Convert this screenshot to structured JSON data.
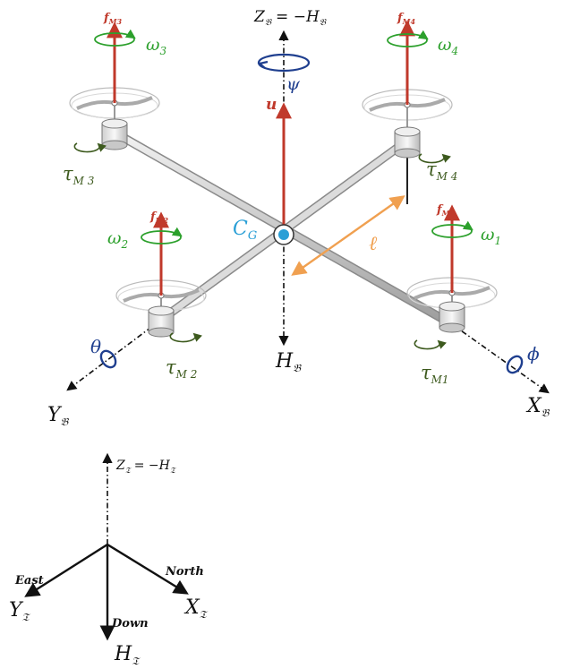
{
  "body": {
    "axis_z": "Z",
    "axis_z_sub": "𝔅",
    "axis_z_eq": "= −H",
    "axis_z_eq_sub": "𝔅",
    "psi": "ψ",
    "u": "u",
    "cg": "C",
    "cg_sub": "G",
    "ell": "ℓ",
    "axis_h": "H",
    "axis_h_sub": "𝔅",
    "axis_y": "Y",
    "axis_y_sub": "𝔅",
    "axis_x": "X",
    "axis_x_sub": "𝔅",
    "theta": "θ",
    "phi": "ϕ"
  },
  "motors": {
    "m1": {
      "force": "f",
      "force_sub": "M1",
      "omega": "ω",
      "omega_sub": "1",
      "tau": "τ",
      "tau_sub": "M1"
    },
    "m2": {
      "force": "f",
      "force_sub": "M2",
      "omega": "ω",
      "omega_sub": "2",
      "tau": "τ",
      "tau_sub": "M 2"
    },
    "m3": {
      "force": "f",
      "force_sub": "M3",
      "omega": "ω",
      "omega_sub": "3",
      "tau": "τ",
      "tau_sub": "M 3"
    },
    "m4": {
      "force": "f",
      "force_sub": "M4",
      "omega": "ω",
      "omega_sub": "4",
      "tau": "τ",
      "tau_sub": "M 4"
    }
  },
  "inertial": {
    "axis_z": "Z",
    "axis_z_sub": "𝔗",
    "axis_z_eq": "= −H",
    "axis_z_eq_sub": "𝔗",
    "east": "East",
    "north": "North",
    "down": "Down",
    "axis_y": "Y",
    "axis_y_sub": "𝔗",
    "axis_x": "X",
    "axis_x_sub": "𝔗",
    "axis_h": "H",
    "axis_h_sub": "𝔗"
  },
  "colors": {
    "force": "#c0392b",
    "omega": "#2ca02c",
    "tau": "#3d5a1e",
    "angle": "#2b4aa0",
    "cg": "#2a9fd6",
    "ell": "#f0a050",
    "axis": "#111111"
  }
}
